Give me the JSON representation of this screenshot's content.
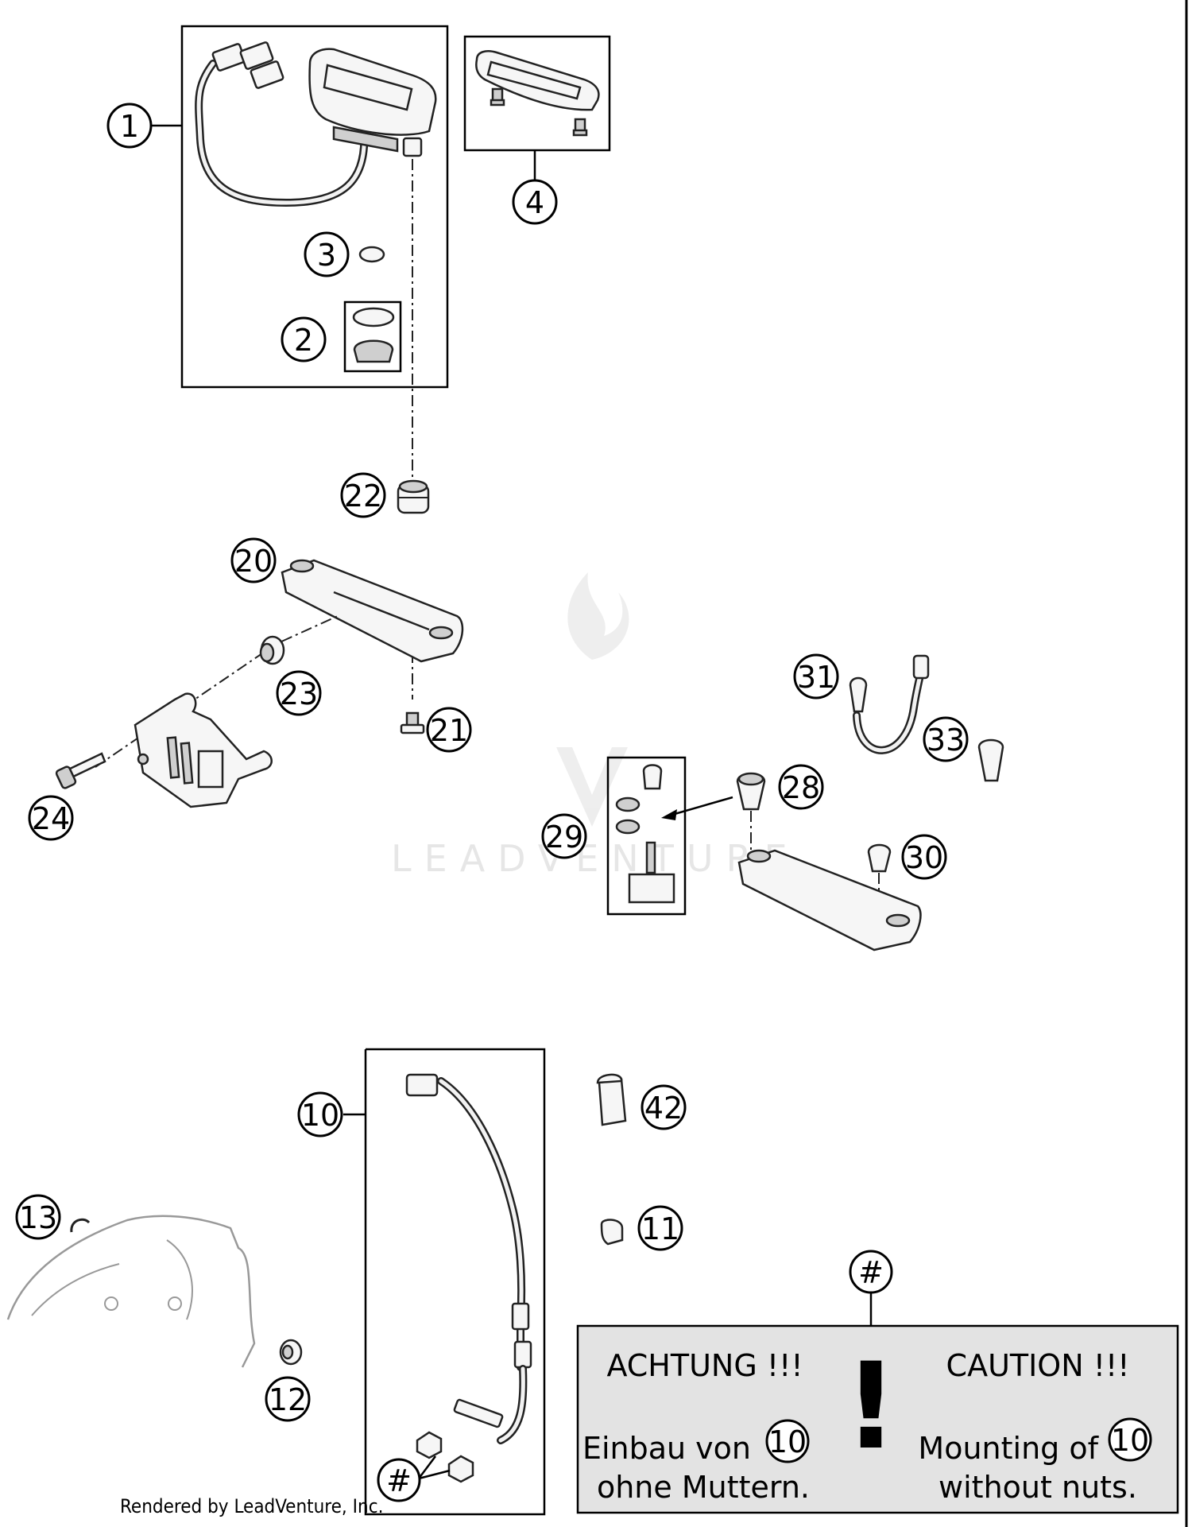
{
  "callouts": {
    "c1": "1",
    "c2": "2",
    "c3": "3",
    "c4": "4",
    "c10": "10",
    "c11": "11",
    "c12": "12",
    "c13": "13",
    "c20": "20",
    "c21": "21",
    "c22": "22",
    "c23": "23",
    "c24": "24",
    "c28": "28",
    "c29": "29",
    "c30": "30",
    "c31": "31",
    "c33": "33",
    "c42": "42",
    "hash_top": "#",
    "hash_bottom": "#"
  },
  "note": {
    "left_heading": "ACHTUNG !!!",
    "left_line1": "Einbau von",
    "left_ref": "10",
    "left_line2": "ohne Muttern.",
    "exclamation": "!",
    "right_heading": "CAUTION !!!",
    "right_line1": "Mounting of",
    "right_ref": "10",
    "right_line2": "without nuts."
  },
  "watermark": "LEADVENTURE",
  "footer": "Rendered by LeadVenture, Inc."
}
